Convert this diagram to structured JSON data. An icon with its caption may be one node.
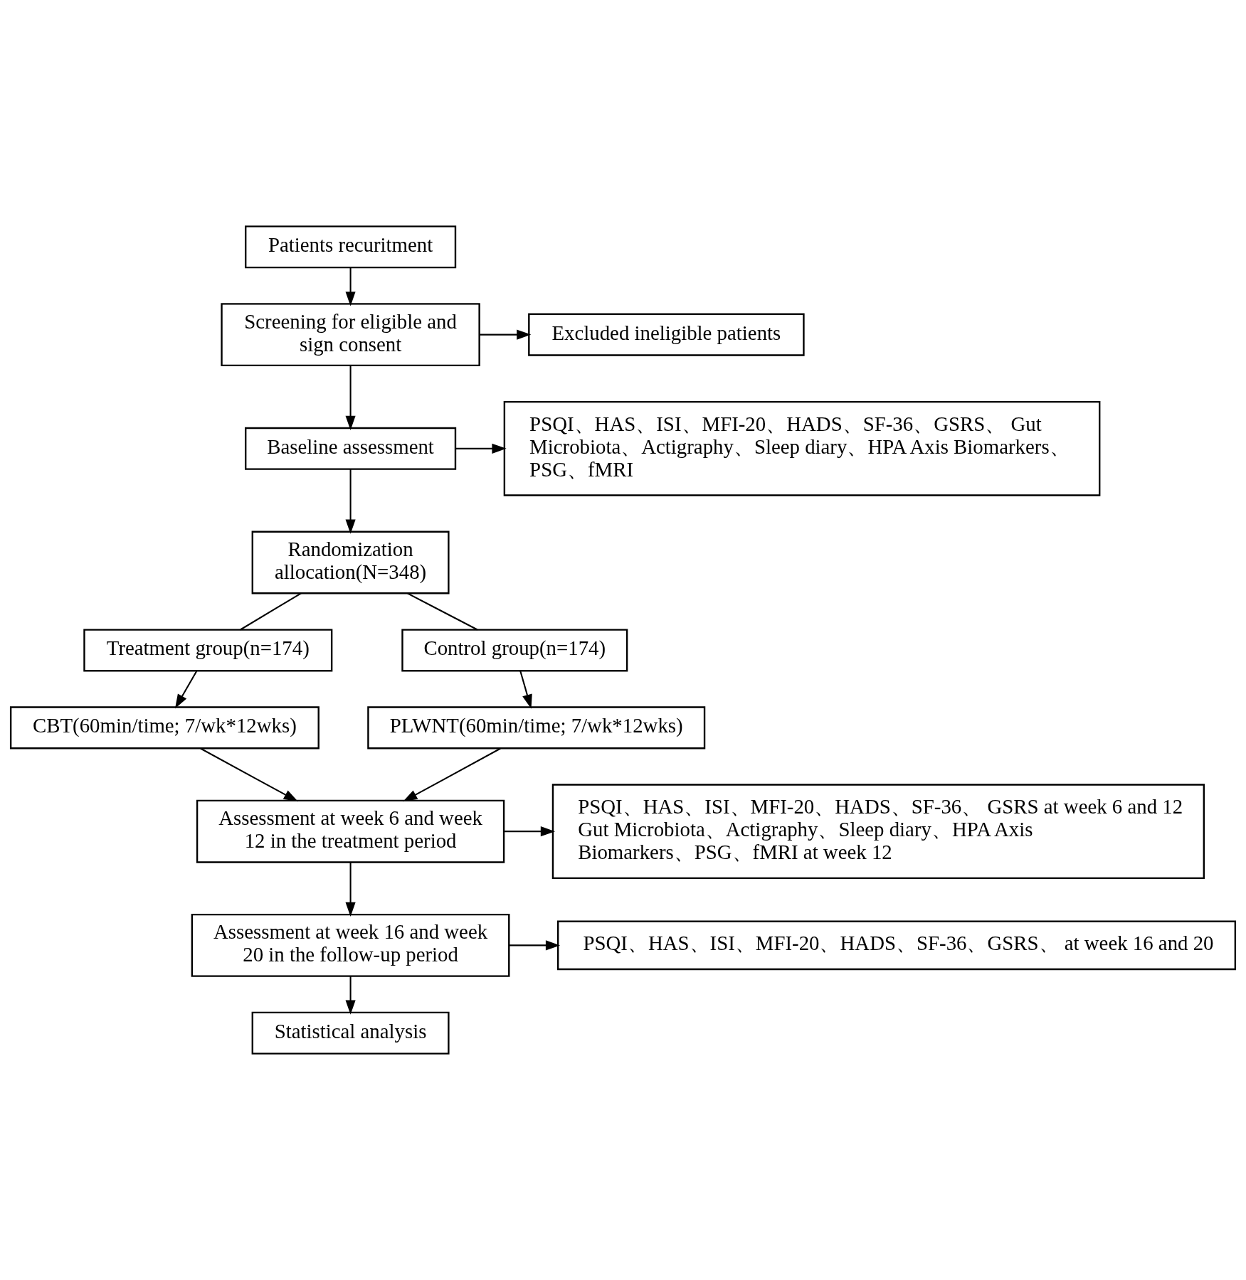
{
  "diagram": {
    "nodes": [
      {
        "text": [
          "Patients recuritment"
        ]
      },
      {
        "text": [
          "Screening for eligible and sign consent"
        ]
      },
      {
        "text": [
          "Excluded ineligible patients"
        ]
      },
      {
        "text": [
          "Baseline assessment"
        ]
      },
      {
        "text": [
          "PSQI、HAS、ISI、MFI-20、HADS、SF-36、GSRS、 Gut Microbiota、Actigraphy、Sleep diary、HPA Axis Biomarkers、 PSG、fMRI"
        ]
      },
      {
        "text": [
          "Randomization allocation(N=348)"
        ]
      },
      {
        "text": [
          "Treatment group(n=174)"
        ]
      },
      {
        "text": [
          "Control group(n=174)"
        ]
      },
      {
        "text": [
          "CBT(60min/time; 7/wk*12wks)"
        ]
      },
      {
        "text": [
          "PLWNT(60min/time; 7/wk*12wks)"
        ]
      },
      {
        "text": [
          "Assessment at week 6 and week 12 in the treatment period"
        ]
      },
      {
        "text": [
          "PSQI、HAS、ISI、MFI-20、HADS、SF-36、 GSRS at week 6 and 12",
          "Gut Microbiota、Actigraphy、Sleep diary、HPA Axis Biomarkers、PSG、fMRI at week 12"
        ]
      },
      {
        "text": [
          "Assessment at week 16 and week 20 in the follow-up period"
        ]
      },
      {
        "text": [
          "PSQI、HAS、ISI、MFI-20、HADS、SF-36、GSRS、 at week 16 and 20"
        ]
      },
      {
        "text": [
          "Statistical analysis"
        ]
      }
    ],
    "edges": [
      {
        "from": 0,
        "to": 1,
        "arrow": "to"
      },
      {
        "from": 1,
        "to": 2,
        "arrow": "to"
      },
      {
        "from": 1,
        "to": 3,
        "arrow": "to"
      },
      {
        "from": 3,
        "to": 4,
        "arrow": "to"
      },
      {
        "from": 3,
        "to": 5,
        "arrow": "to"
      },
      {
        "from": 5,
        "to": 6,
        "arrow": "none"
      },
      {
        "from": 5,
        "to": 7,
        "arrow": "none"
      },
      {
        "from": 6,
        "to": 8,
        "arrow": "to"
      },
      {
        "from": 7,
        "to": 9,
        "arrow": "to"
      },
      {
        "from": 8,
        "to": 10,
        "arrow": "to"
      },
      {
        "from": 9,
        "to": 10,
        "arrow": "to"
      },
      {
        "from": 10,
        "to": 11,
        "arrow": "to"
      },
      {
        "from": 10,
        "to": 12,
        "arrow": "to"
      },
      {
        "from": 12,
        "to": 13,
        "arrow": "to"
      },
      {
        "from": 12,
        "to": 14,
        "arrow": "to"
      }
    ]
  }
}
